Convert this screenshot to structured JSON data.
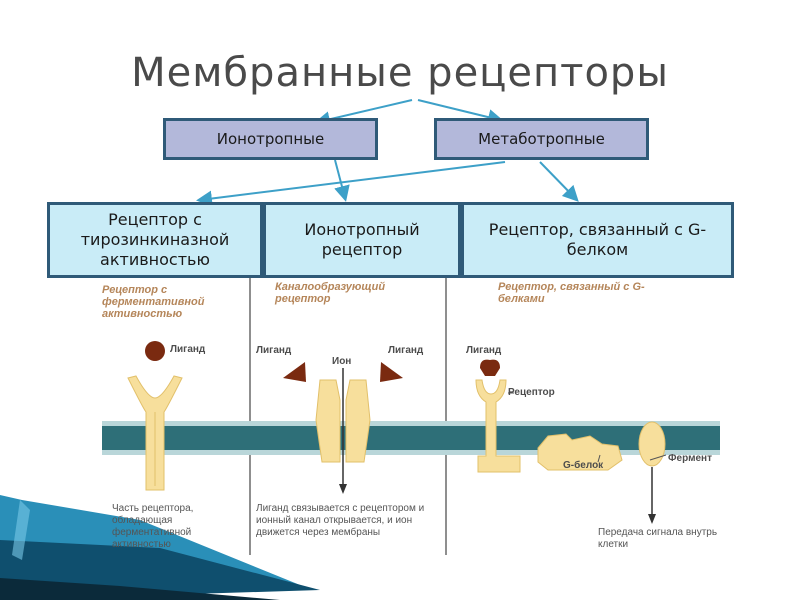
{
  "title": "Мембранные рецепторы",
  "level1": {
    "ionotropic": "Ионотропные",
    "metabotropic": "Метаботропные"
  },
  "level2": {
    "tyrosine_kinase": "Рецептор с тирозинкиназной активностью",
    "ionotropic_receptor": "Ионотропный рецептор",
    "g_protein": "Рецептор, связанный с G-белком"
  },
  "illustration": {
    "sub_enzymatic": "Рецептор с ферментативной активностью",
    "sub_channel": "Каналообразующий рецептор",
    "sub_gprotein": "Рецептор, связанный с G-белками",
    "ligand": "Лиганд",
    "ion": "Ион",
    "receptor": "Рецептор",
    "g_protein": "G-белок",
    "enzyme": "Фермент",
    "caption_enzymatic": "Часть рецептора, обладающая ферментативной активностью",
    "caption_channel": "Лиганд связывается с рецептором и ионный канал открывается, и ион движется через мембраны",
    "caption_signal": "Передача сигнала внутрь клетки"
  },
  "colors": {
    "membrane": "#2e6f78",
    "receptor": "#f7df9c",
    "ligand_ball": "#7a2a10",
    "ligand_triangle": "#7a2a10",
    "arrow": "#3da0c8"
  }
}
